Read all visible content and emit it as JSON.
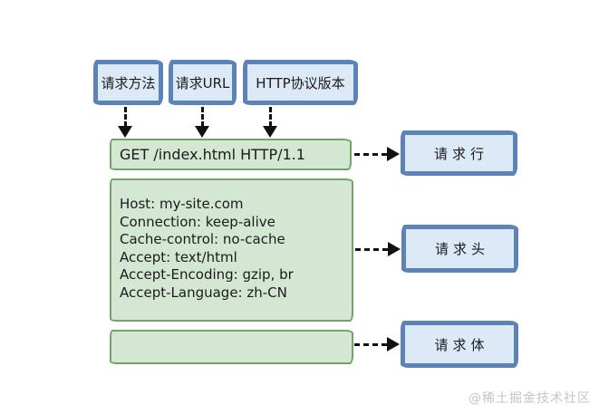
{
  "diagram": {
    "title_semantic": "HTTP request message structure",
    "top_labels": [
      {
        "label": "请求方法"
      },
      {
        "label": "请求URL"
      },
      {
        "label": "HTTP协议版本"
      }
    ],
    "request_line": "GET /index.html HTTP/1.1",
    "request_headers": [
      "Host: my-site.com",
      "Connection: keep-alive",
      "Cache-control: no-cache",
      "Accept: text/html",
      "Accept-Encoding: gzip, br",
      "Accept-Language: zh-CN"
    ],
    "right_labels": [
      {
        "label": "请求行"
      },
      {
        "label": "请求头"
      },
      {
        "label": "请求体"
      }
    ],
    "watermark": "@稀土掘金技术社区",
    "colors": {
      "blue_box_border": "#5d83b6",
      "blue_box_fill": "#dce9f7",
      "green_box_border": "#70a565",
      "green_box_fill": "#d3e7d3",
      "arrow": "#111111",
      "watermark": "#c5c5c5"
    }
  }
}
